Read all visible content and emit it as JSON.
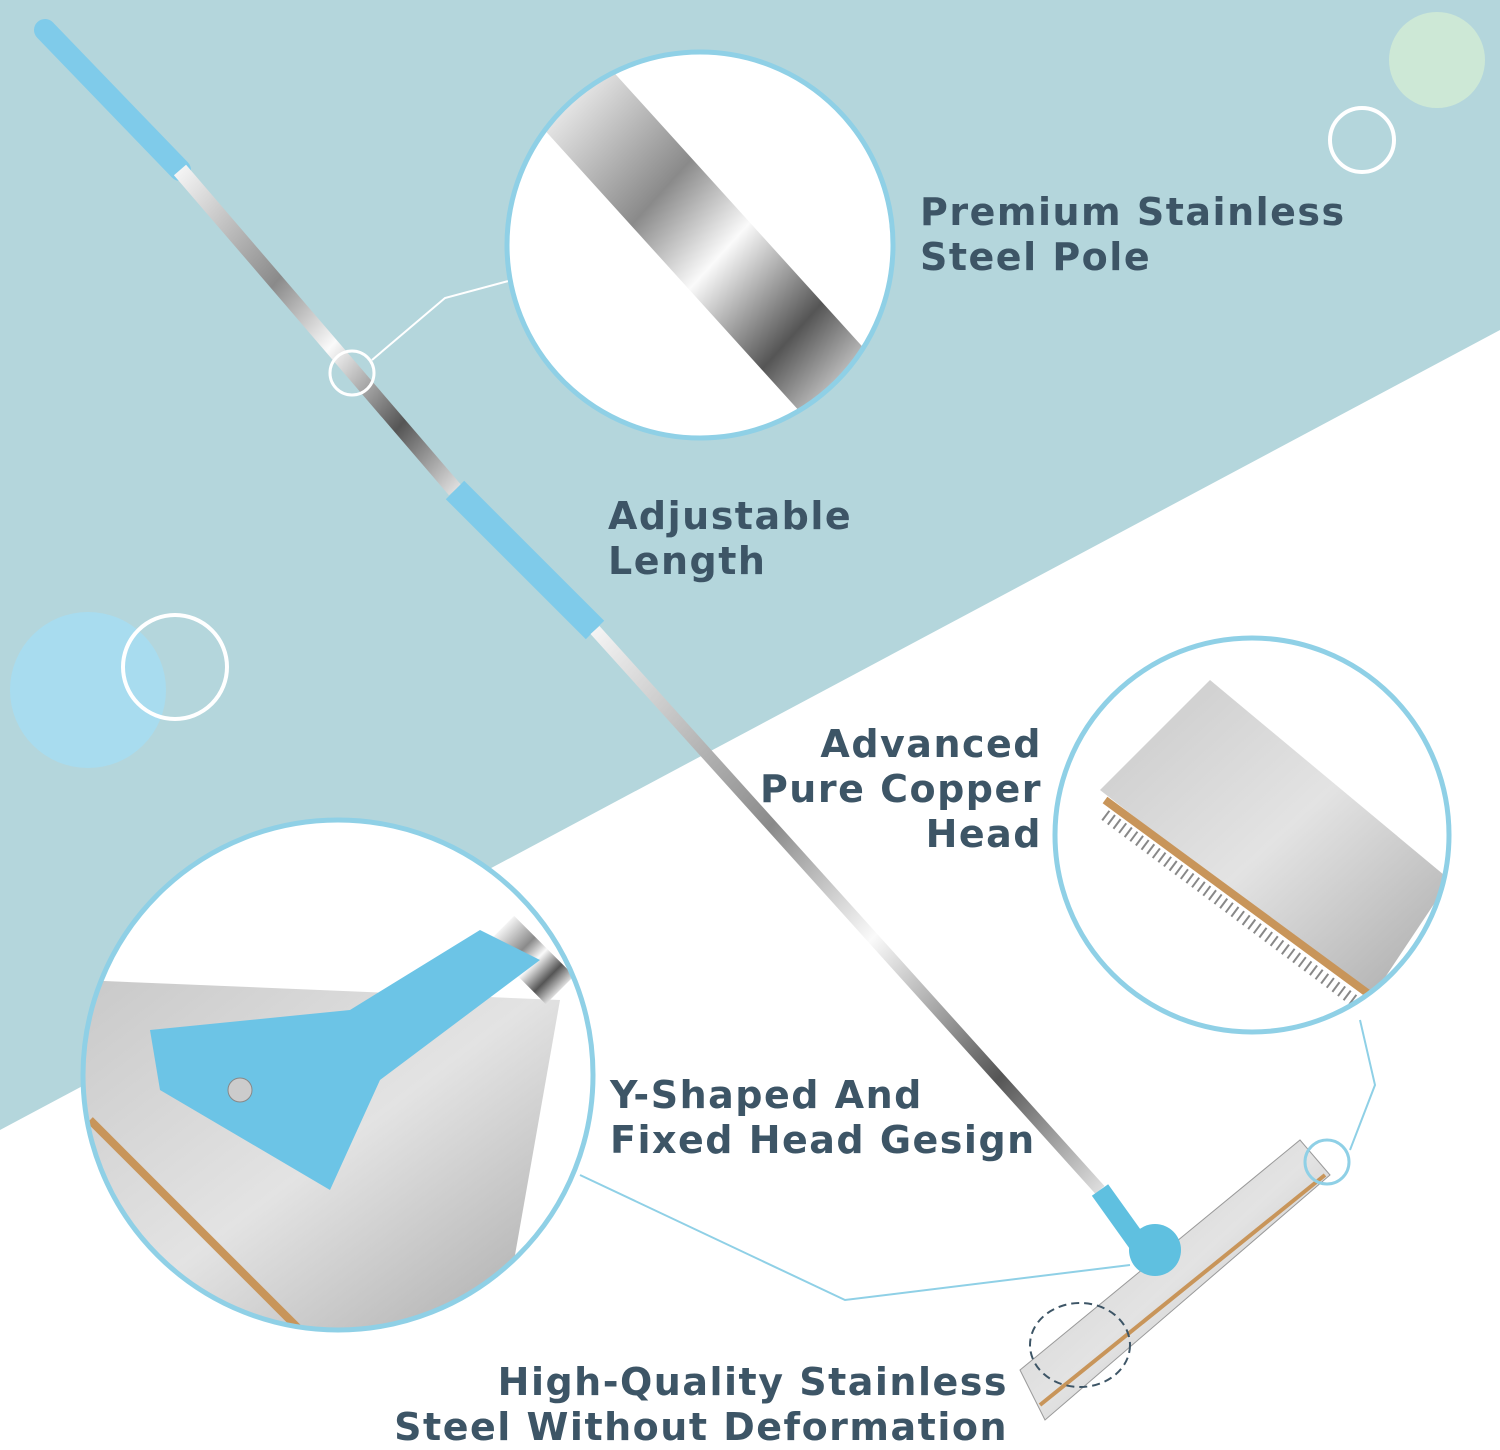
{
  "colors": {
    "background_blue": "#b4d6dc",
    "accent_blue": "#6cc4e6",
    "text": "#3d5566",
    "outline": "#8fd0e6"
  },
  "labels": {
    "pole": "Premium Stainless\nSteel Pole",
    "length": "Adjustable\nLength",
    "copper": "Advanced\nPure Copper\nHead",
    "yshape": "Y-Shaped And\nFixed Head Gesign",
    "steel": "High-Quality Stainless\nSteel Without Deformation"
  }
}
